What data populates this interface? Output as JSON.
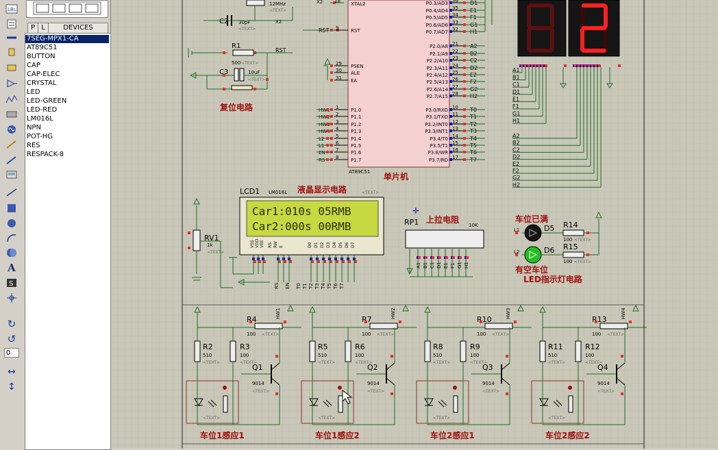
{
  "toolbar": {
    "zoom_value": "0"
  },
  "panel": {
    "tab_p": "P",
    "tab_l": "L",
    "devices_header": "DEVICES",
    "devices": [
      "7SEG-MPX1-CA",
      "AT89C51",
      "BUTTON",
      "CAP",
      "CAP-ELEC",
      "CRYSTAL",
      "LED",
      "LED-GREEN",
      "LED-RED",
      "LM016L",
      "NPN",
      "POT-HG",
      "RES",
      "RESPACK-8"
    ],
    "selected_index": 0
  },
  "schematic": {
    "colors": {
      "wire": "#1a6b2a",
      "pin": "#1010c0",
      "pin_dot": "#e03030",
      "chip_fill": "#f5d0d0",
      "chip_border": "#8a3030",
      "lcd_bg": "#c8d840"
    },
    "top_left": {
      "freq": "12MHz",
      "xtal2": "X2",
      "xtal2b": "XTAL2",
      "c2": "C2",
      "c2_val": "30pF",
      "rst_net": "RST",
      "r1": "R1",
      "r1_val": "500",
      "c3": "C3",
      "c3_val": "10uF",
      "text": "<TEXT>",
      "reset_title": "复位电路"
    },
    "mcu": {
      "name": "AT89C51",
      "title": "单片机",
      "left_pins": [
        [
          "RST",
          "9"
        ],
        [
          "PSEN",
          "29"
        ],
        [
          "ALE",
          "30"
        ],
        [
          "EA",
          "31"
        ],
        [
          "P1.0",
          "1"
        ],
        [
          "P1.1",
          "2"
        ],
        [
          "P1.2",
          "3"
        ],
        [
          "P1.3",
          "4"
        ],
        [
          "P1.4",
          "5"
        ],
        [
          "P1.5",
          "6"
        ],
        [
          "P1.6",
          "7"
        ],
        [
          "P1.7",
          "8"
        ]
      ],
      "left_nets": [
        "RST",
        "",
        "",
        "",
        "HW1",
        "HW2",
        "HW3",
        "HW4",
        "L2",
        "L1",
        "EN",
        "RS"
      ],
      "p0": [
        [
          "P0.3/AD3",
          "36",
          "D1"
        ],
        [
          "P0.4/AD4",
          "35",
          "E1"
        ],
        [
          "P0.5/AD5",
          "34",
          "F1"
        ],
        [
          "P0.6/AD6",
          "33",
          "G1"
        ],
        [
          "P0.7/AD7",
          "32",
          "H1"
        ]
      ],
      "p2": [
        [
          "P2.0/A8",
          "21",
          "A2"
        ],
        [
          "P2.1/A9",
          "22",
          "B2"
        ],
        [
          "P2.2/A10",
          "23",
          "C2"
        ],
        [
          "P2.3/A11",
          "24",
          "D2"
        ],
        [
          "P2.4/A12",
          "25",
          "E2"
        ],
        [
          "P2.5/A13",
          "26",
          "F2"
        ],
        [
          "P2.6/A14",
          "27",
          "G2"
        ],
        [
          "P2.7/A15",
          "28",
          "H2"
        ]
      ],
      "p3": [
        [
          "P3.0/RXD",
          "10",
          "T0"
        ],
        [
          "P3.1/TXD",
          "11",
          "T1"
        ],
        [
          "P3.2/INT0",
          "12",
          "T2"
        ],
        [
          "P3.3/INT1",
          "13",
          "T3"
        ],
        [
          "P3.4/T0",
          "14",
          "T4"
        ],
        [
          "P3.5/T1",
          "15",
          "T5"
        ],
        [
          "P3.6/WR",
          "16",
          "T6"
        ],
        [
          "P3.7/RD",
          "17",
          "T7"
        ]
      ]
    },
    "seg_display": {
      "digit_right": "2",
      "digit_left": "8",
      "nets1": [
        "A1",
        "B1",
        "C1",
        "D1",
        "E1",
        "F1",
        "G1",
        "H1"
      ],
      "nets2": [
        "A2",
        "B2",
        "C2",
        "D2",
        "E2",
        "F2",
        "G2",
        "H2"
      ]
    },
    "lcd": {
      "ref": "LCD1",
      "model": "LM016L",
      "title": "液晶显示电路",
      "line1": "Car1:010s 05RMB",
      "line2": "Car2:000s 00RMB",
      "pins_left": [
        "VSS",
        "VDD",
        "VEE"
      ],
      "pins_mid": [
        "RS",
        "RW",
        "E"
      ],
      "pins_data": [
        "D0",
        "D1",
        "D2",
        "D3",
        "D4",
        "D5",
        "D6",
        "D7"
      ],
      "nets_bottom": [
        "RS",
        "EN",
        "T0",
        "T1",
        "T2",
        "T3",
        "T4",
        "T5",
        "T6",
        "T7"
      ]
    },
    "rv1": {
      "ref": "RV1",
      "val": "1k"
    },
    "pullup": {
      "ref": "RP1",
      "val": "10K",
      "title": "上拉电阻",
      "nets": [
        "A1",
        "B1",
        "C1",
        "D1",
        "E1",
        "F1",
        "G1",
        "H1"
      ]
    },
    "leds": {
      "d5": "D5",
      "d6": "D6",
      "l1": "L1",
      "l2": "L2",
      "r14": "R14",
      "r15": "R15",
      "r_val": "100",
      "full_label": "车位已满",
      "free_label": "有空车位",
      "title": "LED指示灯电路"
    },
    "sensors": [
      {
        "rtop": "R4",
        "rl": "R2",
        "rlv": "510",
        "rm": "R3",
        "rmv": "100",
        "q": "Q1",
        "qv": "9014",
        "hw": "HW1",
        "label": "车位1感应1"
      },
      {
        "rtop": "R7",
        "rl": "R5",
        "rlv": "510",
        "rm": "R6",
        "rmv": "100",
        "q": "Q2",
        "qv": "9014",
        "hw": "HW2",
        "label": "车位1感应2"
      },
      {
        "rtop": "R10",
        "rl": "R8",
        "rlv": "510",
        "rm": "R9",
        "rmv": "100",
        "q": "Q3",
        "qv": "9014",
        "hw": "HW3",
        "label": "车位2感应1"
      },
      {
        "rtop": "R13",
        "rl": "R11",
        "rlv": "510",
        "rm": "R12",
        "rmv": "100",
        "q": "Q4",
        "qv": "9014",
        "hw": "HW4",
        "label": "车位2感应2"
      }
    ]
  }
}
